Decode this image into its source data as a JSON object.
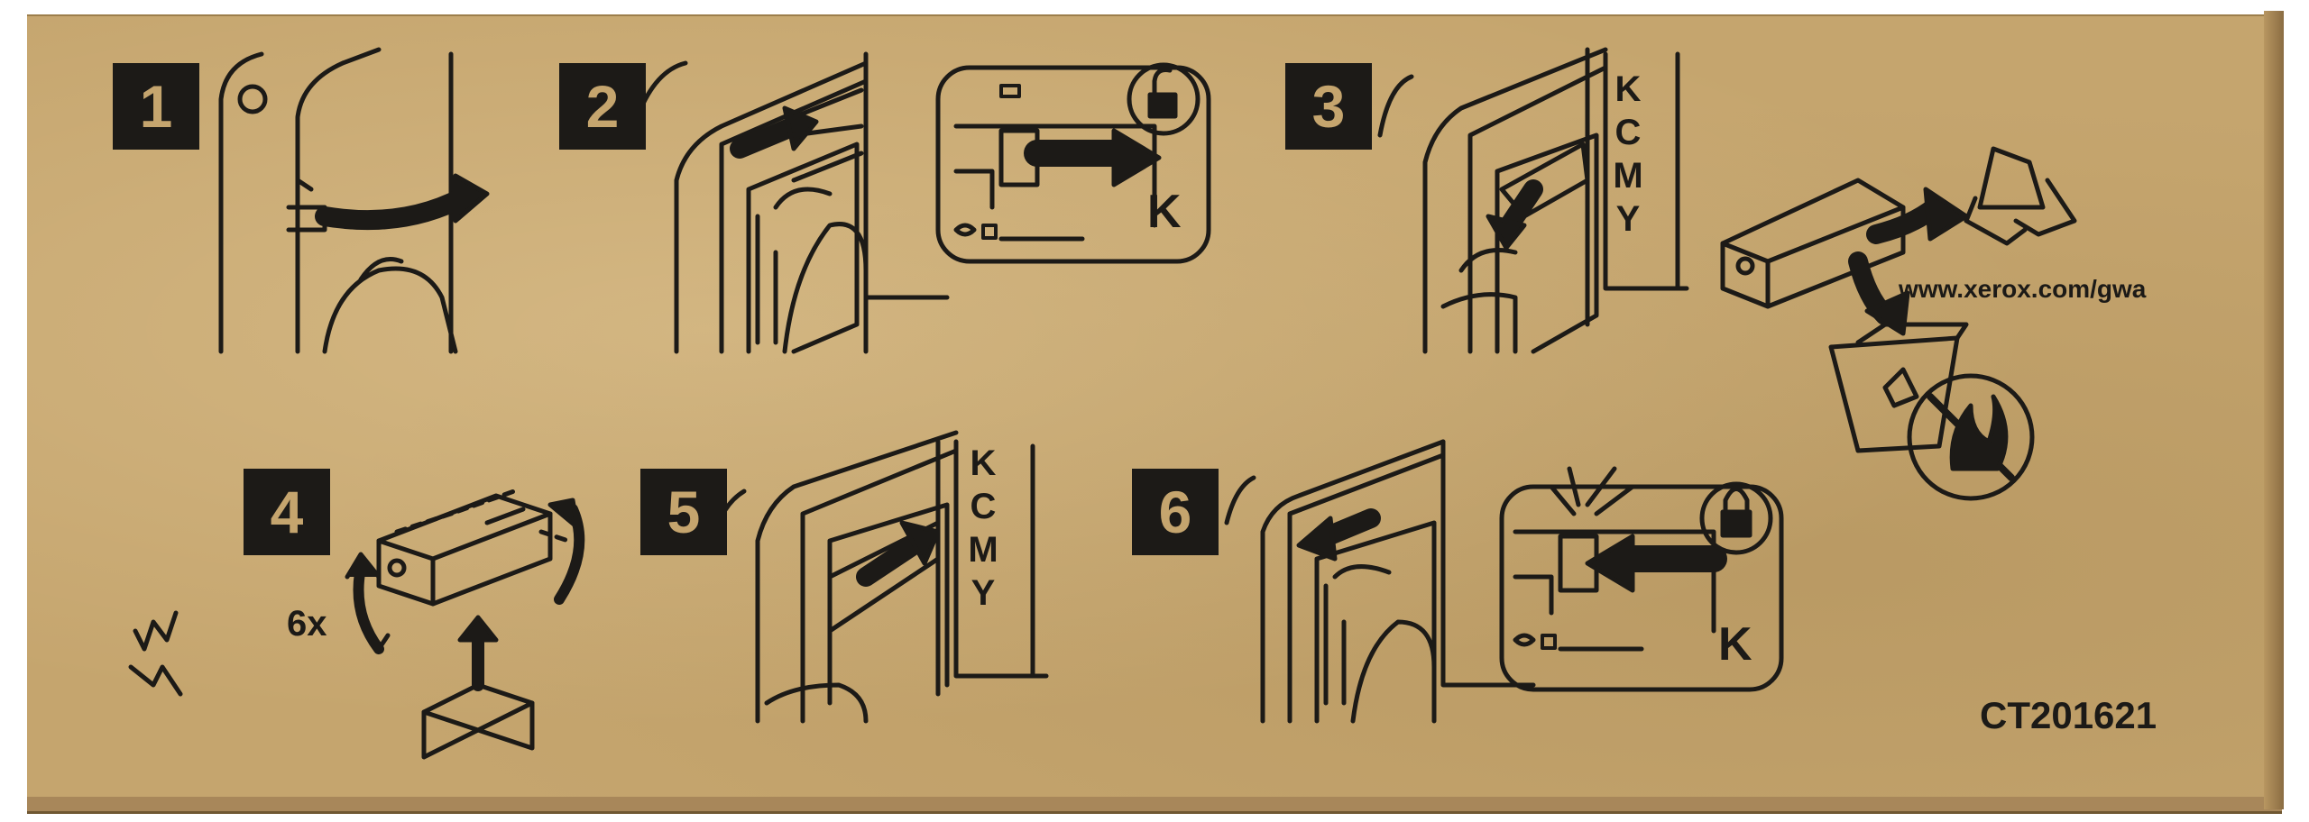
{
  "steps": [
    "1",
    "2",
    "3",
    "4",
    "5",
    "6"
  ],
  "kcmy_letters": [
    "K",
    "C",
    "M",
    "Y"
  ],
  "lock_panel_letter": "K",
  "rotate_count": "6x",
  "recycle_url": "www.xerox.com/gwa",
  "product_code": "CT201621",
  "colors": {
    "cardboard": "#c5a56e",
    "ink": "#1c1a17"
  }
}
